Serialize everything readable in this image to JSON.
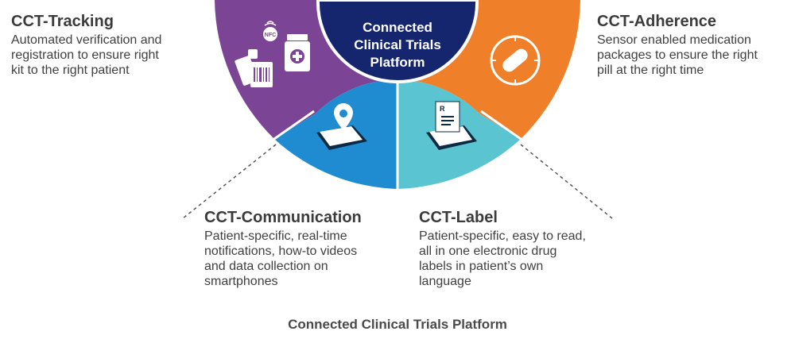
{
  "hub": {
    "title_lines": [
      "Connected",
      "Clinical Trials",
      "Platform"
    ]
  },
  "tracking": {
    "title": "CCT-Tracking",
    "lines": [
      "Automated verification and",
      "registration to ensure right",
      "kit to the right patient"
    ]
  },
  "adherence": {
    "title": "CCT-Adherence",
    "lines": [
      "Sensor enabled medication",
      "packages to ensure the right",
      "pill at the right time"
    ]
  },
  "communication": {
    "title": "CCT-Communication",
    "lines": [
      "Patient-specific, real-time",
      "notifications, how-to videos",
      "and data collection on",
      "smartphones"
    ]
  },
  "label": {
    "title": "CCT-Label",
    "lines": [
      "Patient-specific, easy to read,",
      "all in one electronic drug",
      "labels in patient’s own",
      "language"
    ]
  },
  "nfc_tag": "NFC",
  "caption": "Connected Clinical Trials Platform",
  "colors": {
    "purple": "#7b4494",
    "orange": "#f07f2a",
    "blue": "#1f8bd0",
    "teal": "#5ac4d0",
    "navy": "#15266f",
    "text_dark": "#3b3b3b"
  },
  "icons": [
    "barcode-scanner-icon",
    "nfc-icon",
    "medicine-bottle-icon",
    "pill-timer-icon",
    "location-pin-phone-icon",
    "prescription-label-phone-icon"
  ]
}
